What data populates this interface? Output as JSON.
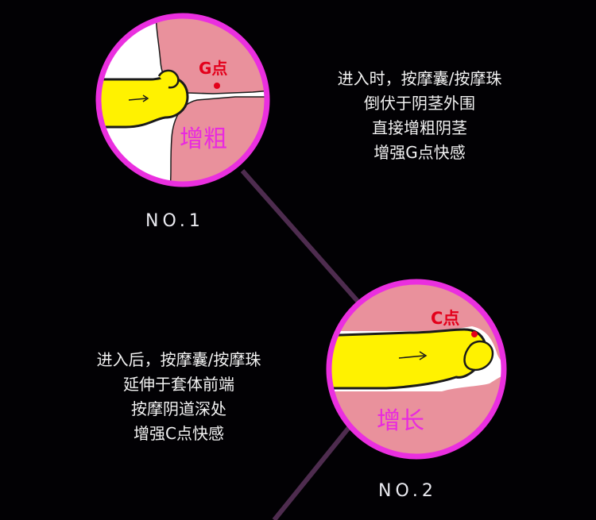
{
  "step1": {
    "point_label": "G点",
    "effect_label": "增粗",
    "number_label": "NO.1",
    "description": [
      "进入时，按摩囊/按摩珠",
      "倒伏于阴茎外围",
      "直接增粗阴茎",
      "增强G点快感"
    ]
  },
  "step2": {
    "point_label": "C点",
    "effect_label": "增长",
    "number_label": "NO.2",
    "description": [
      "进入后，按摩囊/按摩珠",
      "延伸于套体前端",
      "按摩阴道深处",
      "增强C点快感"
    ]
  },
  "colors": {
    "background": "#020104",
    "ring": "#ea2fdf",
    "tissue": "#e9919c",
    "device": "#fff200",
    "point_marker": "#e3001b",
    "effect_text": "#e92adf",
    "connector": "#4e2c4f"
  }
}
